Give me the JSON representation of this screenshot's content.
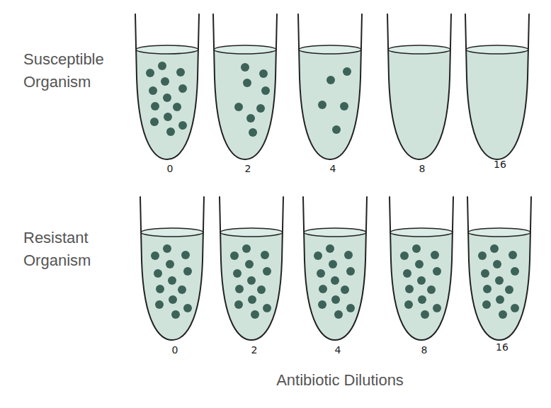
{
  "diagram": {
    "labels": [
      "Susceptible Organism",
      "0",
      "2",
      "4",
      "8",
      "16",
      "Resistant Organism",
      "0",
      "2",
      "4",
      "8",
      "16",
      "Antibiotic Dilutions"
    ]
  }
}
